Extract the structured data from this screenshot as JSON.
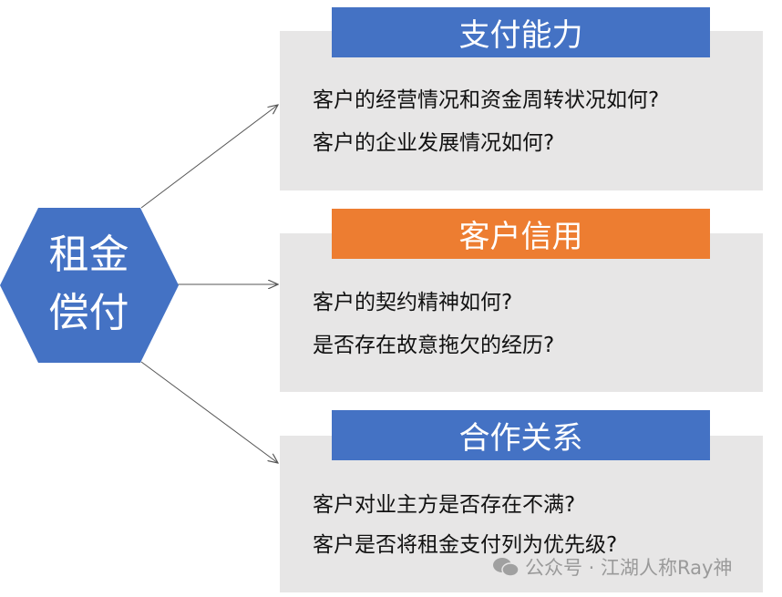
{
  "center": {
    "line1": "租金",
    "line2": "偿付"
  },
  "sections": [
    {
      "title": "支付能力",
      "color": "#4472C4",
      "lines": [
        "客户的经营情况和资金周转状况如何?",
        "客户的企业发展情况如何?"
      ]
    },
    {
      "title": "客户信用",
      "color": "#ED7D31",
      "lines": [
        "客户的契约精神如何?",
        "是否存在故意拖欠的经历?"
      ]
    },
    {
      "title": "合作关系",
      "color": "#4472C4",
      "lines": [
        "客户对业主方是否存在不满?",
        "客户是否将租金支付列为优先级?"
      ]
    }
  ],
  "watermark": "公众号 · 江湖人称Ray神"
}
